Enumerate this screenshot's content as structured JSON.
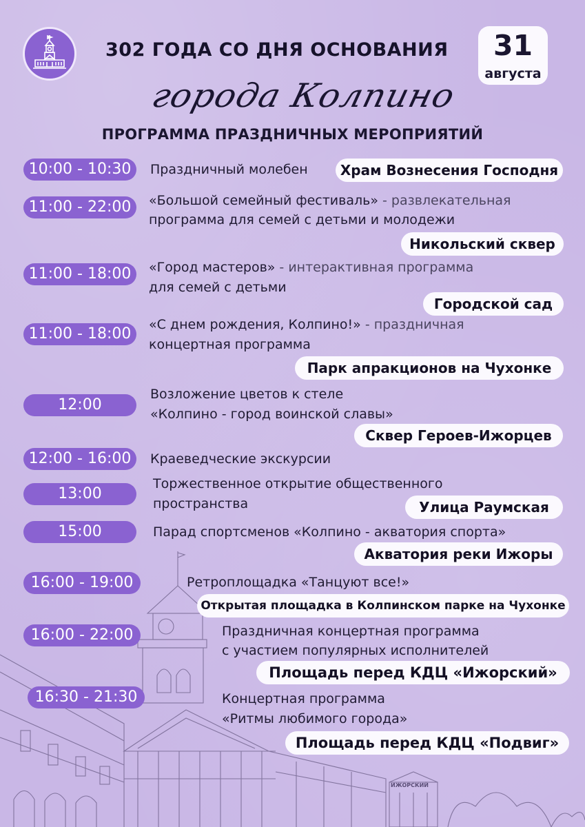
{
  "header": {
    "title_line1": "302 ГОДА СО ДНЯ ОСНОВАНИЯ",
    "title_line2": "города Колпино",
    "subtitle": "ПРОГРАММА ПРАЗДНИЧНЫХ МЕРОПРИЯТИЙ",
    "date_day": "31",
    "date_month": "августа"
  },
  "colors": {
    "accent": "#8a62d1",
    "background": "#c9b7e6",
    "pill_bg": "#fbf9fe"
  },
  "events": [
    {
      "time": "10:00 - 10:30",
      "text_main": "Праздничный молебен",
      "text_rest": "",
      "line2": "",
      "location": "Храм Вознесения Господня"
    },
    {
      "time": "11:00 - 22:00",
      "text_main": "«Большой семейный фестиваль»",
      "text_rest": " - развлекательная",
      "line2": "программа для семей с детьми и молодежи",
      "location": "Никольский сквер"
    },
    {
      "time": "11:00 - 18:00",
      "text_main": "«Город мастеров»",
      "text_rest": " - интерактивная программа",
      "line2": "для семей с детьми",
      "location": "Городской сад"
    },
    {
      "time": "11:00 - 18:00",
      "text_main": "«С днем рождения, Колпино!»",
      "text_rest": " - праздничная",
      "line2": "концертная программа",
      "location": "Парк апракционов на Чухонке"
    },
    {
      "time": "12:00",
      "text_main": "Возложение цветов к стеле",
      "text_rest": "",
      "line2": "«Колпино - город воинской славы»",
      "location": "Сквер Героев-Ижорцев"
    },
    {
      "time": "12:00 - 16:00",
      "text_main": "Краеведческие экскурсии",
      "text_rest": "",
      "line2": "",
      "location": ""
    },
    {
      "time": "13:00",
      "text_main": "Торжественное открытие общественного",
      "text_rest": "",
      "line2": "пространства",
      "location": "Улица Раумская"
    },
    {
      "time": "15:00",
      "text_main": "Парад спортсменов «Колпино - акватория спорта»",
      "text_rest": "",
      "line2": "",
      "location": "Акватория реки Ижоры"
    },
    {
      "time": "16:00 - 19:00",
      "text_main": "Ретроплощадка «Танцуют все!»",
      "text_rest": "",
      "line2": "",
      "location": "Открытая площадка в Колпинском парке на Чухонке"
    },
    {
      "time": "16:00 - 22:00",
      "text_main": "Праздничная концертная программа",
      "text_rest": "",
      "line2": "с участием  популярных исполнителей",
      "location": "Площадь перед КДЦ «Ижорский»"
    },
    {
      "time": "16:30 - 21:30",
      "text_main": "Концертная программа",
      "text_rest": "",
      "line2": "«Ритмы любимого города»",
      "location": "Площадь перед КДЦ «Подвиг»"
    }
  ],
  "logo": {
    "icon": "clock-tower-emblem-icon"
  },
  "sketch": {
    "icon": "izhorsky-plant-building-sketch-icon",
    "sign_text": "ИЖОРСКИЙ"
  }
}
